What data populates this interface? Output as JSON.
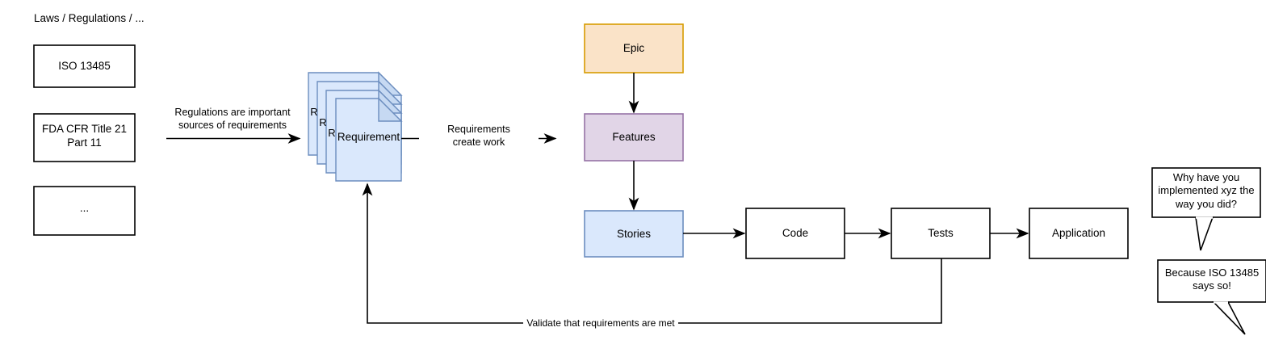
{
  "diagram": {
    "title_note": "Laws / Regulations / ...",
    "sources": [
      {
        "label": "ISO 13485"
      },
      {
        "label": "FDA CFR Title 21\nPart 11"
      },
      {
        "label": "..."
      }
    ],
    "requirement_stack": {
      "front_label": "Requirement",
      "back_labels": [
        "R",
        "R",
        "R"
      ],
      "count": 4
    },
    "edges": {
      "regulations_to_requirements": "Regulations are important\nsources of requirements",
      "requirements_to_work": "Requirements\ncreate work",
      "validation_loop": "Validate that requirements are met"
    },
    "work_items": [
      {
        "label": "Epic",
        "fill": "#fae3c8",
        "stroke": "#d79b00"
      },
      {
        "label": "Features",
        "fill": "#e1d5e7",
        "stroke": "#9673a6"
      },
      {
        "label": "Stories",
        "fill": "#dae8fc",
        "stroke": "#6c8ebf"
      }
    ],
    "pipeline": [
      {
        "label": "Code",
        "fill": "#ffffff",
        "stroke": "#000000"
      },
      {
        "label": "Tests",
        "fill": "#ffffff",
        "stroke": "#000000"
      },
      {
        "label": "Application",
        "fill": "#ffffff",
        "stroke": "#000000"
      }
    ],
    "speech_bubbles": [
      {
        "text": "Why have you\nimplemented xyz the\nway you did?"
      },
      {
        "text": "Because ISO 13485\nsays so!"
      }
    ],
    "colors": {
      "stroke_default": "#000000",
      "document_fill": "#dae8fc",
      "document_stroke": "#6c8ebf",
      "background": "#ffffff"
    }
  }
}
